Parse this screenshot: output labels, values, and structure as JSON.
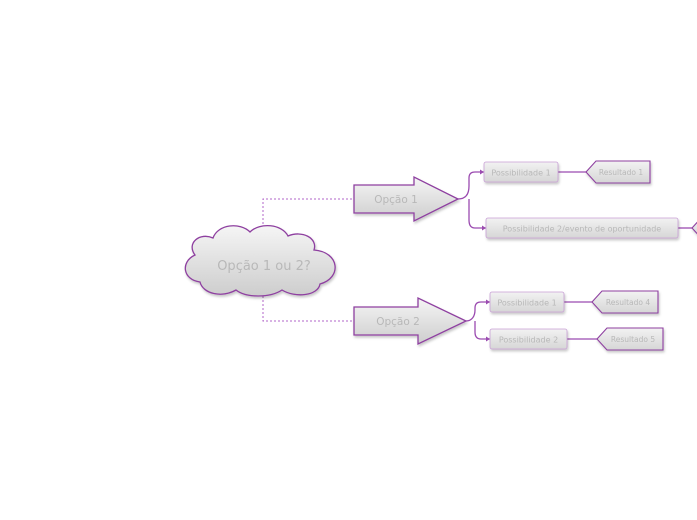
{
  "mindmap": {
    "central": "Opção 1 ou 2?",
    "options": [
      {
        "label": "Opção 1",
        "branches": [
          {
            "label": "Possibilidade 1",
            "result": "Resultado 1"
          },
          {
            "label": "Possibilidade 2/evento de oportunidade",
            "result": ""
          }
        ]
      },
      {
        "label": "Opção 2",
        "branches": [
          {
            "label": "Possibilidade 1",
            "result": "Resultado 4"
          },
          {
            "label": "Possibilidade 2",
            "result": "Resultado 5"
          }
        ]
      }
    ]
  },
  "colors": {
    "accent": "#8e3fa0",
    "connector": "#b266c8",
    "node_fill_top": "#f4f4f4",
    "node_fill_bottom": "#cfcfcf",
    "text": "#b8b8b8"
  }
}
